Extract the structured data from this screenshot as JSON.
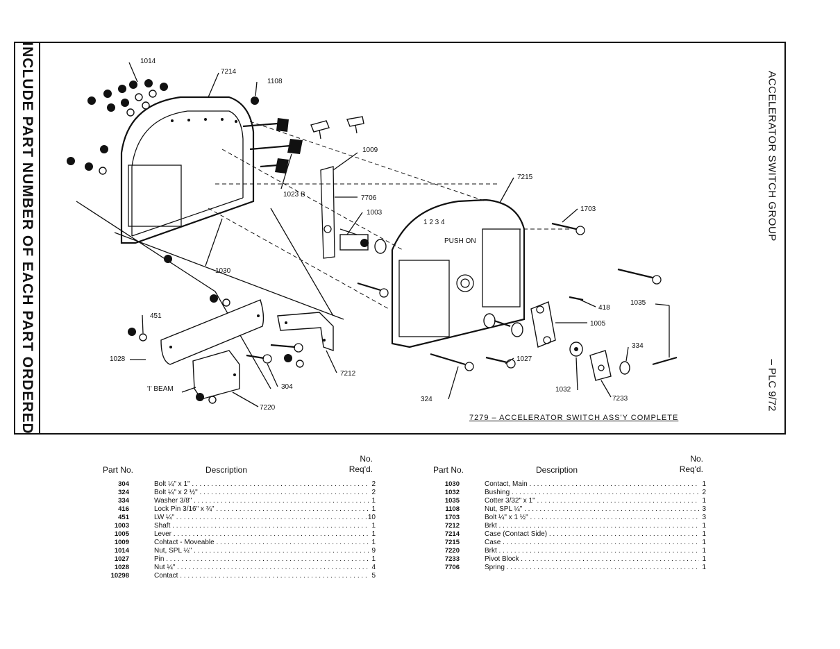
{
  "side_text": {
    "left": "INCLUDE PART NUMBER OF EACH PART ORDERED",
    "right_top": "ACCELERATOR SWITCH GROUP",
    "right_bottom": "– PLC 9/72"
  },
  "callouts": {
    "c1014": "1014",
    "c7214": "7214",
    "c1108": "1108",
    "c1009": "1009",
    "c10298": "1023 B",
    "c7706": "7706",
    "c1003": "1003",
    "c7215": "7215",
    "c1703": "1703",
    "c1030": "1030",
    "c418": "418",
    "c1035": "1035",
    "c1005": "1005",
    "c451": "451",
    "c1028": "1028",
    "c7212": "7212",
    "c304": "304",
    "cIbeam": "'I' BEAM",
    "c7220": "7220",
    "c324": "324",
    "c1027": "1027",
    "c1032": "1032",
    "c334": "334",
    "c7233": "7233"
  },
  "caption": "7279 – ACCELERATOR SWITCH ASS'Y COMPLETE",
  "table_header": {
    "part_no": "Part No.",
    "description": "Description",
    "no": "No.",
    "reqd": "Req'd."
  },
  "parts_left": [
    {
      "part": "304",
      "desc": "Bolt ¼\" x 1\"",
      "qty": "2"
    },
    {
      "part": "324",
      "desc": "Bolt ¼\" x 2 ½\"",
      "qty": "2"
    },
    {
      "part": "334",
      "desc": "Washer 3/8\"",
      "qty": "1"
    },
    {
      "part": "416",
      "desc": "Lock Pin 3/16\" x ¾\"",
      "qty": "1"
    },
    {
      "part": "451",
      "desc": "LW ¼\"",
      "qty": "10"
    },
    {
      "part": "1003",
      "desc": "Shaft",
      "qty": "1"
    },
    {
      "part": "1005",
      "desc": "Lever",
      "qty": "1"
    },
    {
      "part": "1009",
      "desc": "Cohtact - Moveable",
      "qty": "1"
    },
    {
      "part": "1014",
      "desc": "Nut, SPL ¼\"",
      "qty": "9"
    },
    {
      "part": "1027",
      "desc": "Pin",
      "qty": "1"
    },
    {
      "part": "1028",
      "desc": "Nut ¼\"",
      "qty": "4"
    },
    {
      "part": "10298",
      "desc": "Contact",
      "qty": "5"
    }
  ],
  "parts_right": [
    {
      "part": "1030",
      "desc": "Contact, Main",
      "qty": "1"
    },
    {
      "part": "1032",
      "desc": "Bushing",
      "qty": "2"
    },
    {
      "part": "1035",
      "desc": "Cotter 3/32\" x 1\"",
      "qty": "1"
    },
    {
      "part": "1108",
      "desc": "Nut, SPL ¼\"",
      "qty": "3"
    },
    {
      "part": "1703",
      "desc": "Bolt ¼\" x 1 ½\"",
      "qty": "3"
    },
    {
      "part": "7212",
      "desc": "Brkt",
      "qty": "1"
    },
    {
      "part": "7214",
      "desc": "Case (Contact Side)",
      "qty": "1"
    },
    {
      "part": "7215",
      "desc": "Case",
      "qty": "1"
    },
    {
      "part": "7220",
      "desc": "Brkt",
      "qty": "1"
    },
    {
      "part": "7233",
      "desc": "Pivot Block",
      "qty": "1"
    },
    {
      "part": "7706",
      "desc": "Spring",
      "qty": "1"
    }
  ]
}
